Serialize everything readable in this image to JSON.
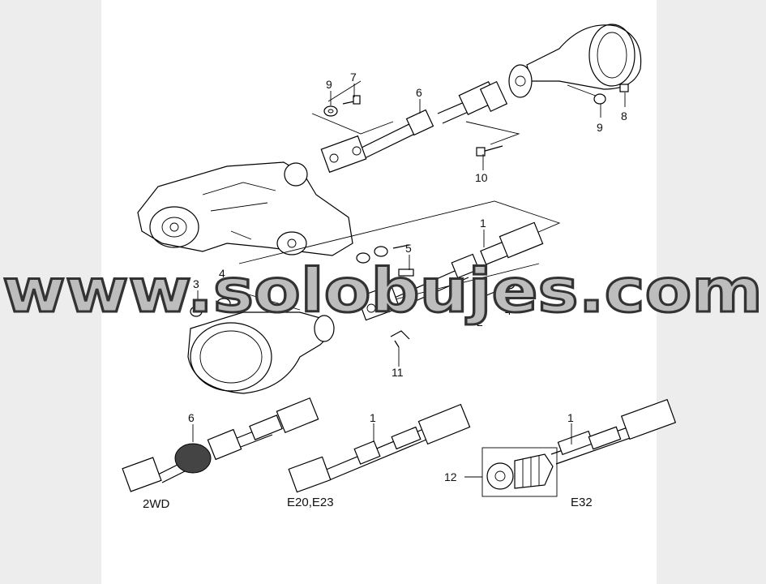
{
  "diagram": {
    "callouts": {
      "c1a": "9",
      "c1b": "7",
      "c1c": "6",
      "c1d": "9",
      "c1e": "8",
      "c1f": "10",
      "c2a": "1",
      "c2b": "5",
      "c2c": "3",
      "c2d": "4",
      "c2e": "2",
      "c2f": "4",
      "c2g": "11",
      "c3a": "6",
      "c3b": "1",
      "c3c": "1",
      "c3d": "12"
    },
    "captions": {
      "v2wd": "2WD",
      "ve20": "E20,E23",
      "ve32": "E32"
    }
  },
  "watermark": {
    "text": "www.solobujes.com",
    "fill": "#bdbdbd",
    "stroke": "#333333"
  }
}
